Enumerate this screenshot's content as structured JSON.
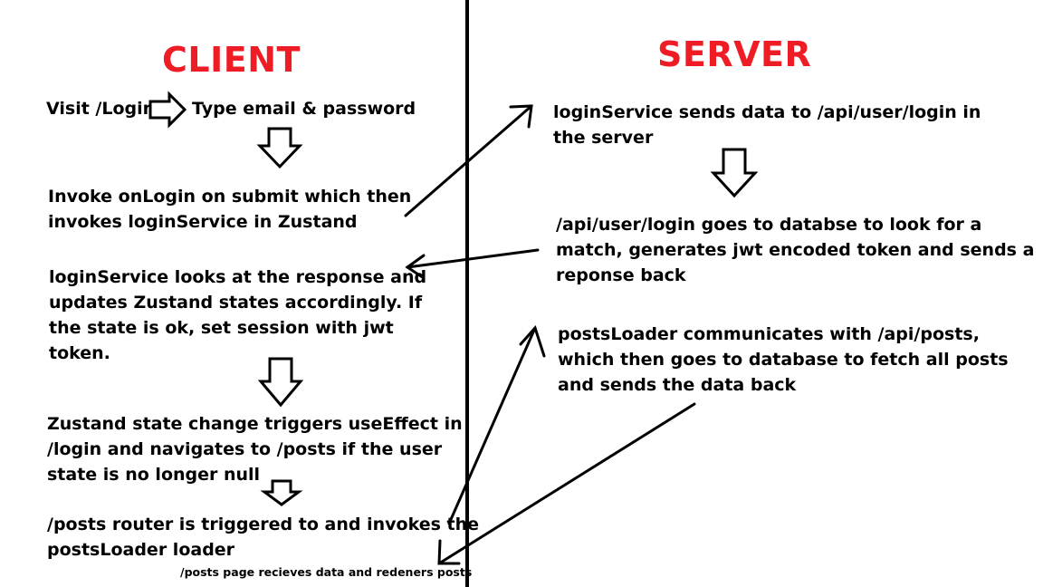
{
  "headers": {
    "client": "CLIENT",
    "server": "SERVER",
    "color": "#ee1c24"
  },
  "client": {
    "visit": "Visit /Login",
    "type": "Type email & password",
    "step1": [
      "Invoke onLogin on submit which then",
      "invokes loginService in Zustand"
    ],
    "step2": [
      "loginService looks at the response and",
      "updates Zustand states accordingly. If",
      "the state is ok, set session with jwt",
      "token."
    ],
    "step3": [
      "Zustand state change triggers useEffect in",
      "/login and navigates to /posts if the user",
      "state is no longer null"
    ],
    "step4": [
      "/posts router is triggered to and invokes the",
      "postsLoader loader"
    ],
    "final": "/posts page recieves data and redeners posts"
  },
  "server": {
    "step1": [
      "loginService sends data to /api/user/login in",
      "the server"
    ],
    "step2": [
      "/api/user/login goes to databse to look for a",
      "match, generates jwt encoded token and sends a",
      "reponse back"
    ],
    "step3": [
      "postsLoader communicates with /api/posts,",
      "which then goes to database to fetch all posts",
      "and sends the data back"
    ]
  }
}
